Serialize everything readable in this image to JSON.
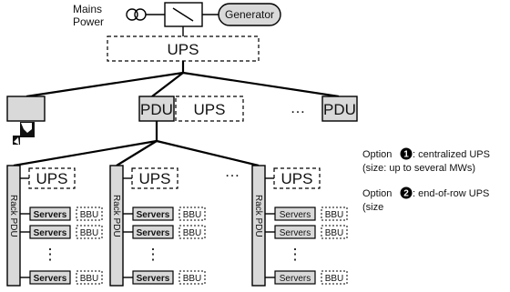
{
  "mains_power": [
    "Mains",
    "Power"
  ],
  "generator": "Generator",
  "ups_label": "UPS",
  "pdu_label": "PDU",
  "rack_pdu_label": "Rack PDU",
  "servers_label": "Servers",
  "bbu_label": "BBU",
  "ellipsis": "…",
  "vertical_dots": "⋮",
  "legend": {
    "option1": {
      "prefix": "Option",
      "number": "1",
      "text": ": centralized UPS",
      "sub": "(size: up to several MWs)"
    },
    "option2": {
      "prefix": "Option",
      "number": "2",
      "text": ": end-of-row UPS",
      "sub": "(size"
    }
  },
  "colors": {
    "box_fill": "#d9d9d9",
    "line": "#000000",
    "background": "#ffffff"
  }
}
